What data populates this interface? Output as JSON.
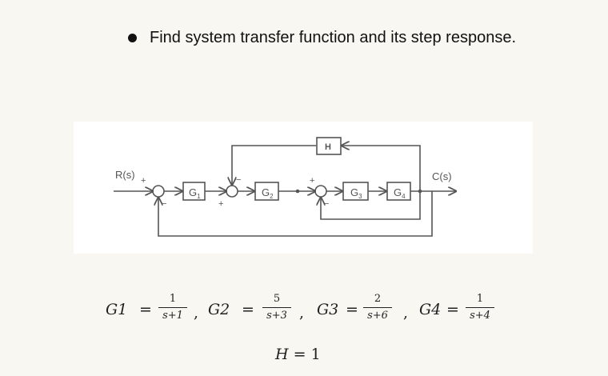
{
  "instruction": {
    "text": "Find system transfer function and its step response."
  },
  "diagram": {
    "input_label": "R(s)",
    "output_label": "C(s)",
    "blocks": {
      "g1": {
        "letter": "G",
        "sub": "1"
      },
      "g2": {
        "letter": "G",
        "sub": "2"
      },
      "g3": {
        "letter": "G",
        "sub": "3"
      },
      "g4": {
        "letter": "G",
        "sub": "4"
      },
      "h": {
        "letter": "H"
      }
    },
    "signs": {
      "sj1_top": "+",
      "sj1_bottom": "−",
      "sj2_top": "−",
      "sj2_bottom": "+",
      "sj3_top": "+",
      "sj3_bottom": "−"
    }
  },
  "equations": {
    "g1": {
      "lhs": "G1",
      "eq": "=",
      "num": "1",
      "den": "s+1"
    },
    "g2": {
      "lhs": "G2",
      "eq": "=",
      "num": "5",
      "den": "s+3"
    },
    "g3": {
      "lhs": "G3",
      "eq": "=",
      "num": "2",
      "den": "s+6"
    },
    "g4": {
      "lhs": "G4",
      "eq": "=",
      "num": "1",
      "den": "s+4"
    },
    "separator": ",",
    "h": {
      "lhs": "H",
      "rhs": "= 1"
    }
  }
}
